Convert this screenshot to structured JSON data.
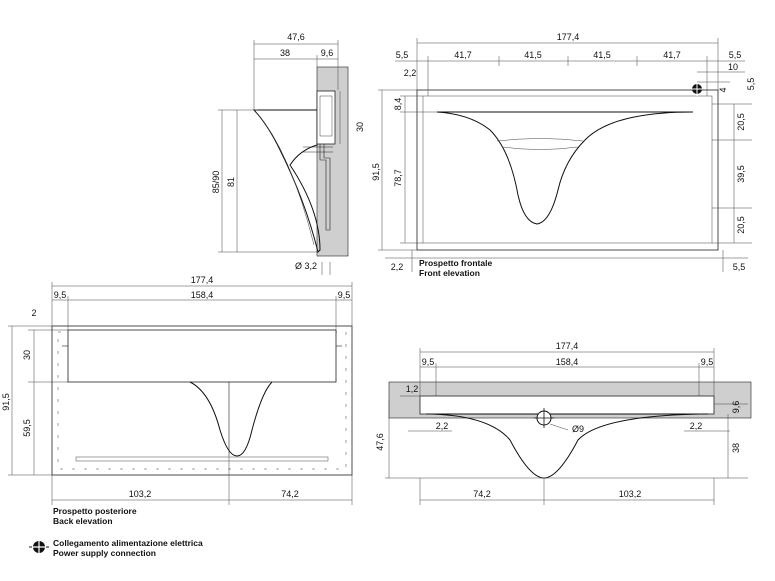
{
  "side_view": {
    "top_width": "47,6",
    "top_left": "38",
    "top_right": "9,6",
    "height_total": "85/90",
    "height_basin": "81",
    "box_height": "30",
    "pipe_diameter": "Ø 3,2"
  },
  "front_view": {
    "title_it": "Prospetto frontale",
    "title_en": "Front elevation",
    "total_width": "177,4",
    "left_margin": "5,5",
    "right_margin": "5,5",
    "segments": [
      "41,7",
      "41,5",
      "41,5",
      "41,7"
    ],
    "inset_10": "10",
    "inset_4": "4",
    "top_offset": "2,2",
    "top_band": "8,4",
    "height_total": "91,5",
    "height_inner": "78,7",
    "right_dims": [
      "20,5",
      "39,5",
      "20,5"
    ],
    "bottom_left": "2,2",
    "bottom_right": "5,5",
    "right_top": "5,5"
  },
  "back_view": {
    "title_it": "Prospetto posteriore",
    "title_en": "Back elevation",
    "total_width": "177,4",
    "left_margin": "9,5",
    "inner_width": "158,4",
    "right_margin": "9,5",
    "top_offset": "2",
    "box_height": "30",
    "height_total": "91,5",
    "height_lower": "59,5",
    "bottom_left": "103,2",
    "bottom_right": "74,2"
  },
  "top_view": {
    "total_width": "177,4",
    "left_margin": "9,5",
    "inner_width": "158,4",
    "right_margin": "9,5",
    "wall_offset": "1,2",
    "depth_right": "9,6",
    "inset_left": "2,2",
    "inset_right": "2,2",
    "drain_diameter": "Ø9",
    "depth_total": "47,6",
    "bowl_depth": "38",
    "bottom_left": "74,2",
    "bottom_right": "103,2"
  },
  "legend": {
    "label_it": "Collegamento alimentazione elettrica",
    "label_en": "Power supply connection",
    "icon": "power-connection-icon"
  }
}
